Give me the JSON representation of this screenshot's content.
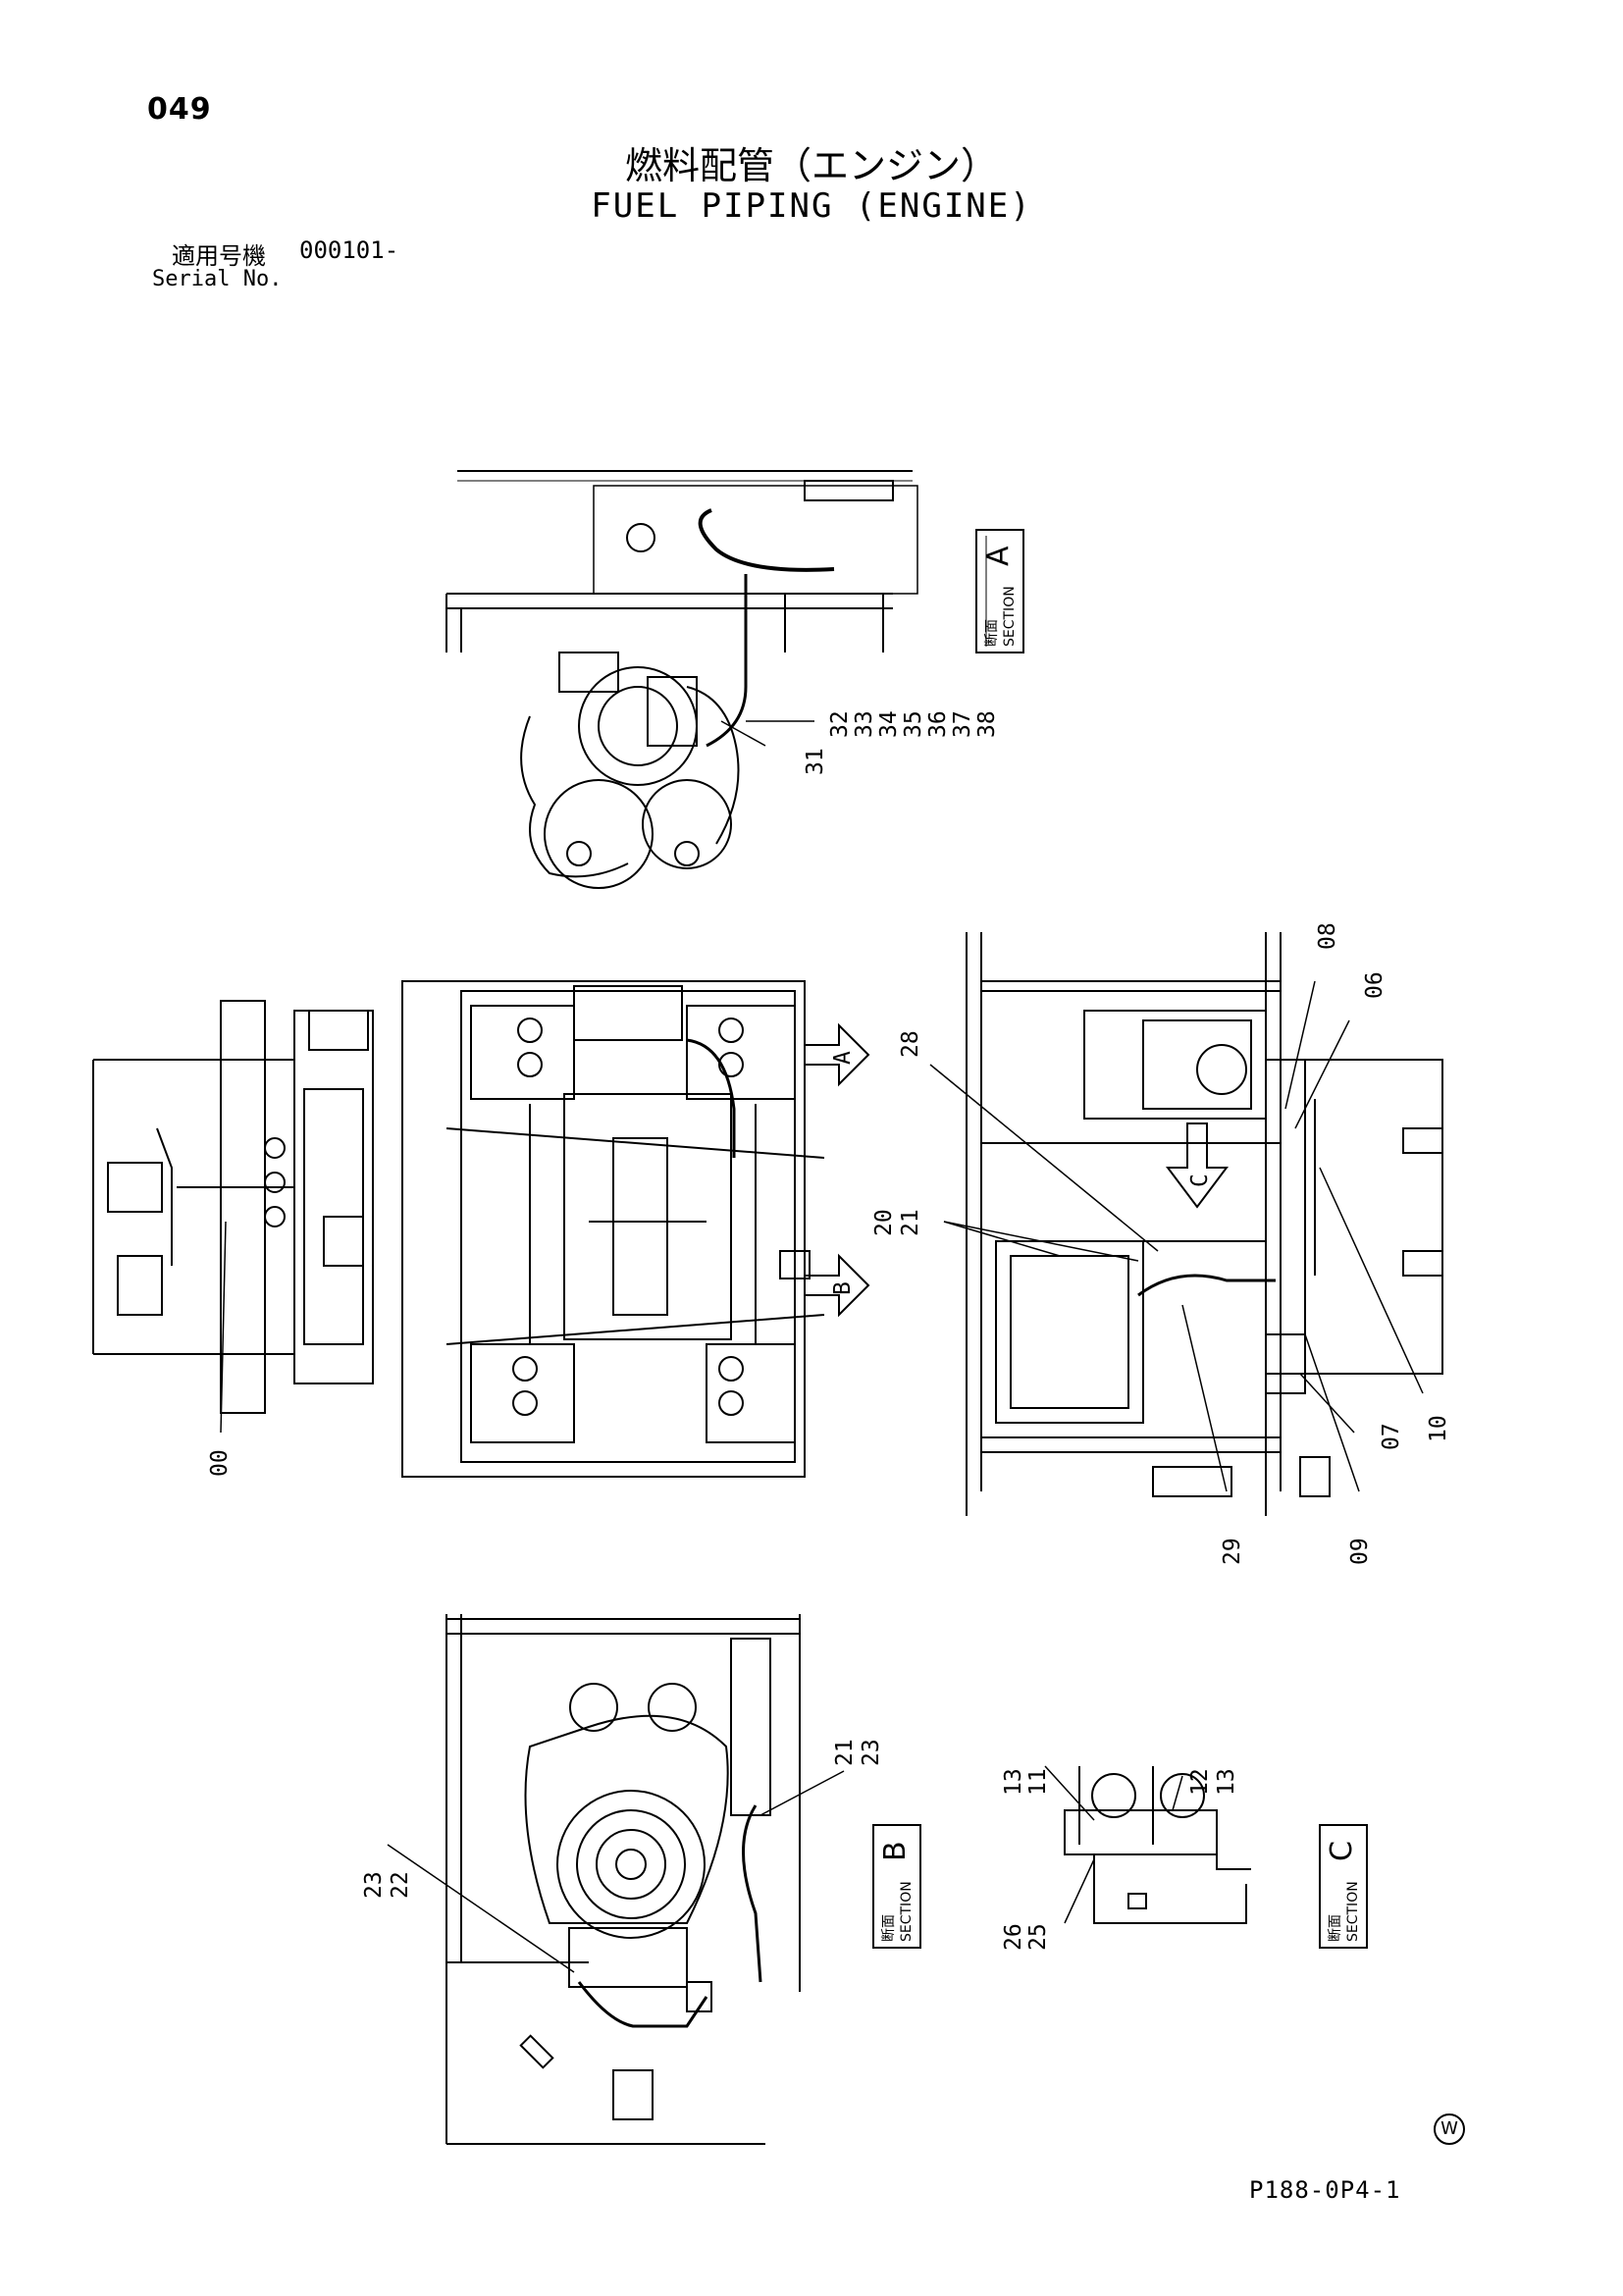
{
  "page_number": "049",
  "title_jp": "燃料配管（エンジン）",
  "title_en": "FUEL PIPING (ENGINE)",
  "serial": {
    "label_jp": "適用号機",
    "value": "000101-",
    "label_en": "Serial No."
  },
  "drawing_number": "P188-0P4-1",
  "w_mark": "W",
  "sections": [
    {
      "letter": "A",
      "jp": "断面",
      "en": "SECTION"
    },
    {
      "letter": "B",
      "jp": "断面",
      "en": "SECTION"
    },
    {
      "letter": "C",
      "jp": "断面",
      "en": "SECTION"
    }
  ],
  "view_arrows": [
    "A",
    "B",
    "C"
  ],
  "callouts": {
    "section_a": [
      "31",
      "32",
      "33",
      "34",
      "35",
      "36",
      "37",
      "38"
    ],
    "left_view": [
      "00"
    ],
    "right_view": [
      "08",
      "06",
      "28",
      "20",
      "21",
      "07",
      "10",
      "29",
      "09"
    ],
    "section_b": [
      "21",
      "23",
      "23",
      "22"
    ],
    "section_c": [
      "13",
      "11",
      "12",
      "13",
      "26",
      "25"
    ]
  }
}
